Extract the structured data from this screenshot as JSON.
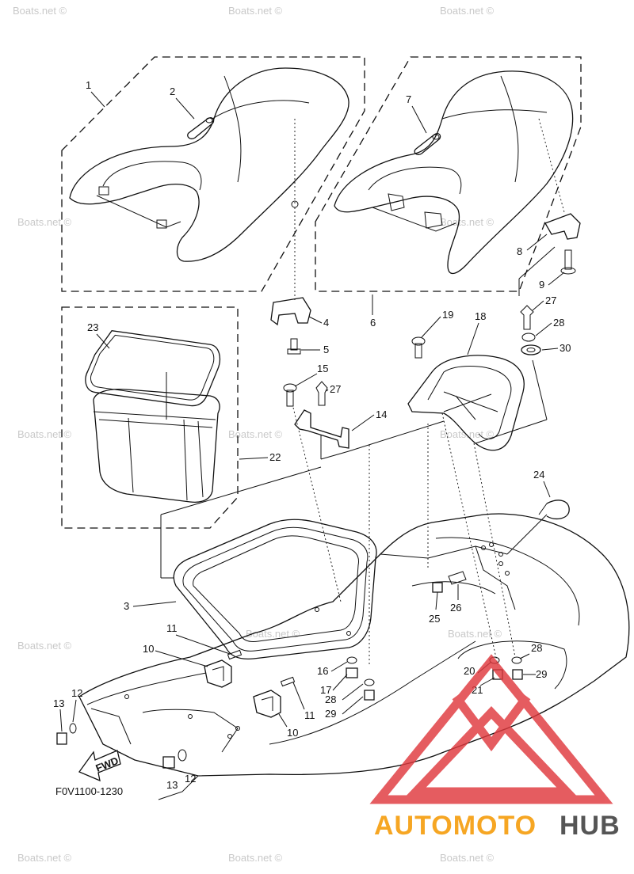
{
  "diagram": {
    "part_code": "F0V1100-1230",
    "fwd_label": "FWD",
    "callouts": [
      "1",
      "2",
      "3",
      "4",
      "5",
      "6",
      "7",
      "8",
      "9",
      "10",
      "11",
      "12",
      "13",
      "14",
      "15",
      "16",
      "17",
      "18",
      "19",
      "20",
      "21",
      "22",
      "23",
      "24",
      "25",
      "26",
      "27",
      "28",
      "29",
      "30"
    ]
  },
  "watermarks": {
    "source": "Boats.net",
    "source_copyright": "Boats.net ©"
  },
  "brand": {
    "part1": "AUTOMOTO",
    "part2": "HUB",
    "color_part1": "#f6a623",
    "color_part2": "#555555",
    "triangle_color": "#e0393e"
  }
}
